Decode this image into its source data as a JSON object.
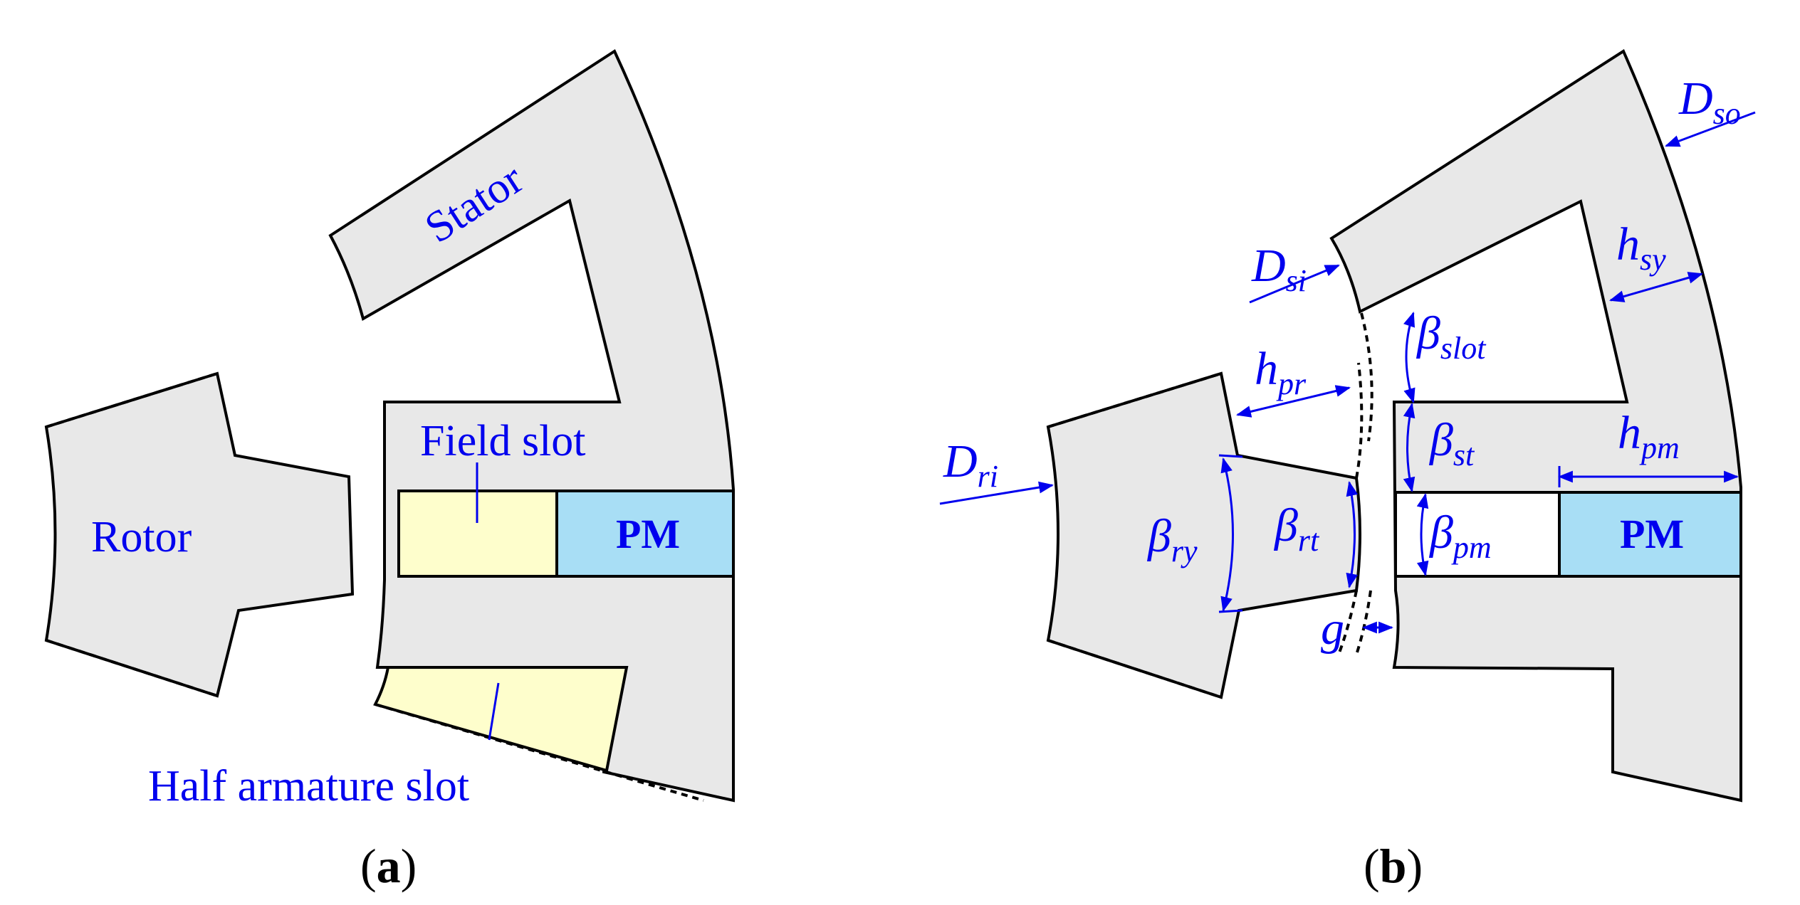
{
  "panel_a": {
    "stator_label": "Stator",
    "rotor_label": "Rotor",
    "field_slot_label": "Field slot",
    "pm_label": "PM",
    "half_armature_slot_label": "Half armature slot",
    "caption": "a"
  },
  "panel_b": {
    "pm_label": "PM",
    "caption": "b",
    "dims": {
      "D_so": {
        "main": "D",
        "sub": "so"
      },
      "D_si": {
        "main": "D",
        "sub": "si"
      },
      "h_sy": {
        "main": "h",
        "sub": "sy"
      },
      "beta_slot": {
        "main": "β",
        "sub": "slot"
      },
      "h_pr": {
        "main": "h",
        "sub": "pr"
      },
      "beta_st": {
        "main": "β",
        "sub": "st"
      },
      "h_pm": {
        "main": "h",
        "sub": "pm"
      },
      "D_ri": {
        "main": "D",
        "sub": "ri"
      },
      "beta_ry": {
        "main": "β",
        "sub": "ry"
      },
      "beta_rt": {
        "main": "β",
        "sub": "rt"
      },
      "beta_pm": {
        "main": "β",
        "sub": "pm"
      },
      "g": "g"
    }
  },
  "colors": {
    "iron": "#e8e8e8",
    "field_slot": "#fefecc",
    "pm": "#a8def5",
    "label_blue": "#0000ee"
  }
}
